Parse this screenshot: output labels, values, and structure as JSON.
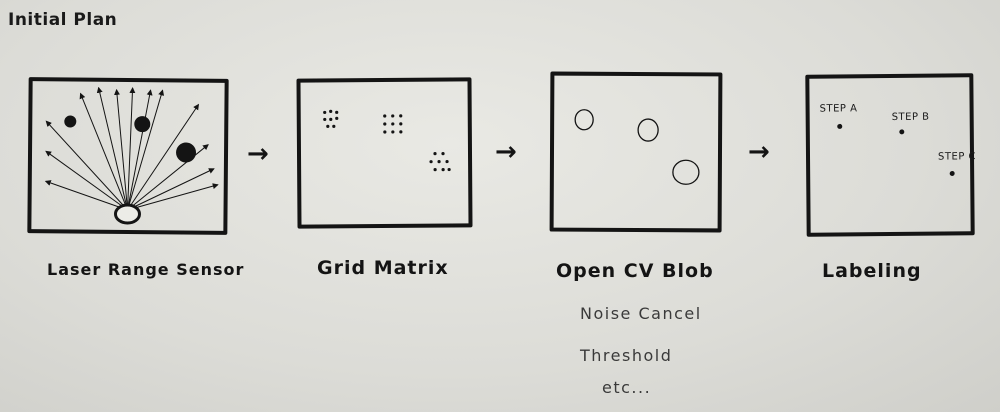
{
  "title": "Initial Plan",
  "panels": [
    {
      "label": "Laser Range Sensor"
    },
    {
      "label": "Grid Matrix"
    },
    {
      "label": "Open CV Blob"
    },
    {
      "label": "Labeling"
    }
  ],
  "arrow_glyph": "→",
  "notes": [
    "Noise Cancel",
    "Threshold",
    "etc..."
  ],
  "steps": [
    "STEP A",
    "STEP B",
    "STEP C"
  ],
  "ink_color": "#141414",
  "paper_color": "#e4e4df"
}
